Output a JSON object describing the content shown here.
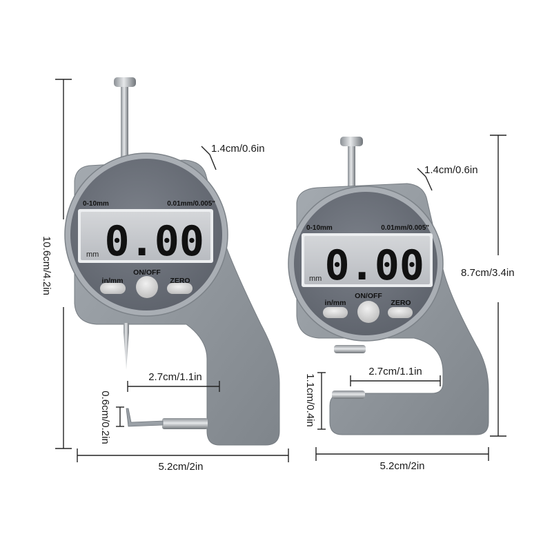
{
  "gauges": [
    {
      "range": "0-10mm",
      "resolution": "0.01mm/0.005\"",
      "reading": "0.00",
      "unit": "mm",
      "buttons": {
        "left": "in/mm",
        "center": "ON/OFF",
        "right": "ZERO"
      },
      "dimensions": {
        "height": "10.6cm/4.2in",
        "width": "5.2cm/2in",
        "throat": "2.7cm/1.1in",
        "thickness": "1.4cm/0.6in",
        "gap": "0.6cm/0.2in"
      }
    },
    {
      "range": "0-10mm",
      "resolution": "0.01mm/0.005\"",
      "reading": "0.00",
      "unit": "mm",
      "buttons": {
        "left": "in/mm",
        "center": "ON/OFF",
        "right": "ZERO"
      },
      "dimensions": {
        "height": "8.7cm/3.4in",
        "width": "5.2cm/2in",
        "throat": "2.7cm/1.1in",
        "thickness": "1.4cm/0.6in",
        "gap": "1.1cm/0.4in"
      }
    }
  ],
  "colors": {
    "body": "#8f959b",
    "dial_face": "#6b7079",
    "lcd": "#c9ccd0",
    "button": "#d9d9d9"
  }
}
